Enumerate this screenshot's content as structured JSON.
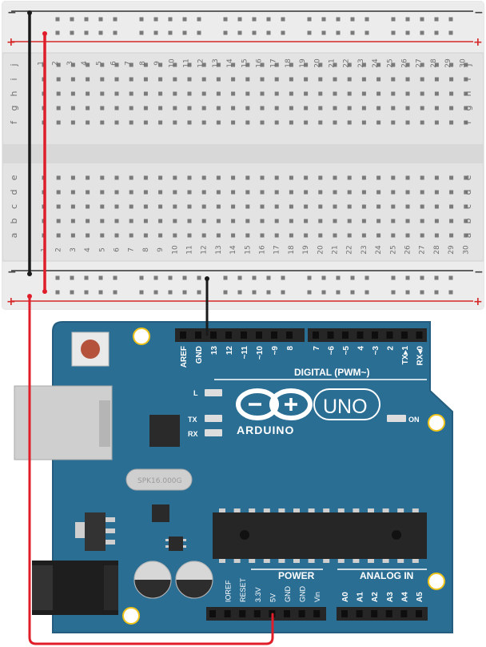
{
  "breadboard": {
    "columns": [
      "1",
      "2",
      "3",
      "4",
      "5",
      "6",
      "7",
      "8",
      "9",
      "10",
      "11",
      "12",
      "13",
      "14",
      "15",
      "16",
      "17",
      "18",
      "19",
      "20",
      "21",
      "22",
      "23",
      "24",
      "25",
      "26",
      "27",
      "28",
      "29",
      "30"
    ],
    "rows_top": [
      "j",
      "i",
      "h",
      "g",
      "f"
    ],
    "rows_bottom": [
      "e",
      "d",
      "c",
      "b",
      "a"
    ],
    "rail_plus": "+",
    "rail_minus": "−"
  },
  "arduino": {
    "brand": "ARDUINO",
    "model": "UNO",
    "crystal": "SPK16.000G",
    "digital_title": "DIGITAL (PWM~)",
    "digital_pins": [
      "AREF",
      "GND",
      "13",
      "12",
      "~11",
      "~10",
      "~9",
      "8",
      "7",
      "~6",
      "~5",
      "4",
      "~3",
      "2",
      "TX▸1",
      "RX◂0"
    ],
    "led_l": "L",
    "led_tx": "TX",
    "led_rx": "RX",
    "led_on": "ON",
    "power_title": "POWER",
    "power_pins": [
      "IOREF",
      "RESET",
      "3.3V",
      "5V",
      "GND",
      "GND",
      "Vin"
    ],
    "analog_title": "ANALOG IN",
    "analog_pins": [
      "A0",
      "A1",
      "A2",
      "A3",
      "A4",
      "A5"
    ]
  },
  "colors": {
    "board": "#2b6e94",
    "breadboard": "#e6e6e6",
    "wire_red": "#e01e2a",
    "wire_black": "#1a1a1a"
  }
}
